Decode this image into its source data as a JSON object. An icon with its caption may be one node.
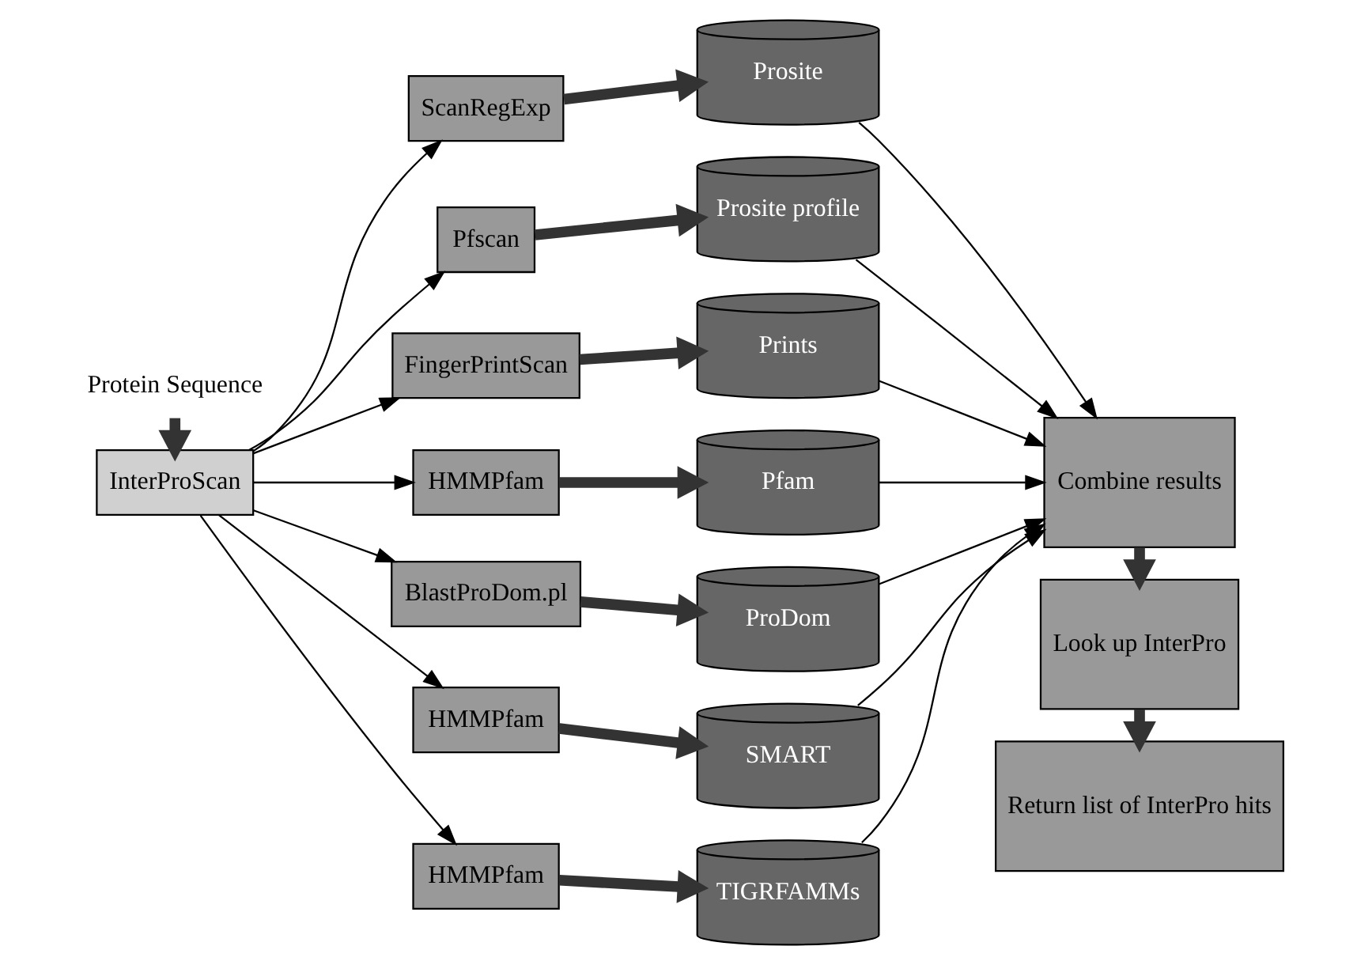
{
  "diagram": {
    "nodes": [
      {
        "text": [
          "Protein Sequence"
        ]
      },
      {
        "text": [
          "InterProScan"
        ]
      },
      {
        "text": [
          "ScanRegExp"
        ]
      },
      {
        "text": [
          "Pfscan"
        ]
      },
      {
        "text": [
          "FingerPrintScan"
        ]
      },
      {
        "text": [
          "HMMPfam"
        ]
      },
      {
        "text": [
          "BlastProDom.pl"
        ]
      },
      {
        "text": [
          "HMMPfam"
        ]
      },
      {
        "text": [
          "HMMPfam"
        ]
      },
      {
        "text": [
          "Prosite"
        ]
      },
      {
        "text": [
          "Prosite profile"
        ]
      },
      {
        "text": [
          "Prints"
        ]
      },
      {
        "text": [
          "Pfam"
        ]
      },
      {
        "text": [
          "ProDom"
        ]
      },
      {
        "text": [
          "SMART"
        ]
      },
      {
        "text": [
          "TIGRFAMMs"
        ]
      },
      {
        "text": [
          "Combine results"
        ]
      },
      {
        "text": [
          "Look up InterPro"
        ]
      },
      {
        "text": [
          "Return list of InterPro hits"
        ]
      }
    ],
    "edges": [
      {
        "from": 0,
        "to": 1,
        "arrow": "to",
        "style": "thick",
        "color": "#333333"
      },
      {
        "from": 1,
        "to": 2,
        "arrow": "to"
      },
      {
        "from": 1,
        "to": 3,
        "arrow": "to"
      },
      {
        "from": 1,
        "to": 4,
        "arrow": "to"
      },
      {
        "from": 1,
        "to": 5,
        "arrow": "to"
      },
      {
        "from": 1,
        "to": 6,
        "arrow": "to"
      },
      {
        "from": 1,
        "to": 7,
        "arrow": "to"
      },
      {
        "from": 1,
        "to": 8,
        "arrow": "to"
      },
      {
        "from": 2,
        "to": 9,
        "arrow": "to",
        "style": "thick",
        "color": "#333333"
      },
      {
        "from": 3,
        "to": 10,
        "arrow": "to",
        "style": "thick",
        "color": "#333333"
      },
      {
        "from": 4,
        "to": 11,
        "arrow": "to",
        "style": "thick",
        "color": "#333333"
      },
      {
        "from": 5,
        "to": 12,
        "arrow": "to",
        "style": "thick",
        "color": "#333333"
      },
      {
        "from": 6,
        "to": 13,
        "arrow": "to",
        "style": "thick",
        "color": "#333333"
      },
      {
        "from": 7,
        "to": 14,
        "arrow": "to",
        "style": "thick",
        "color": "#333333"
      },
      {
        "from": 8,
        "to": 15,
        "arrow": "to",
        "style": "thick",
        "color": "#333333"
      },
      {
        "from": 9,
        "to": 16,
        "arrow": "to"
      },
      {
        "from": 10,
        "to": 16,
        "arrow": "to"
      },
      {
        "from": 11,
        "to": 16,
        "arrow": "to"
      },
      {
        "from": 12,
        "to": 16,
        "arrow": "to"
      },
      {
        "from": 13,
        "to": 16,
        "arrow": "to"
      },
      {
        "from": 14,
        "to": 16,
        "arrow": "to"
      },
      {
        "from": 15,
        "to": 16,
        "arrow": "to"
      },
      {
        "from": 16,
        "to": 17,
        "arrow": "to",
        "style": "thick",
        "color": "#333333"
      },
      {
        "from": 17,
        "to": 18,
        "arrow": "to",
        "style": "thick",
        "color": "#333333"
      }
    ]
  }
}
